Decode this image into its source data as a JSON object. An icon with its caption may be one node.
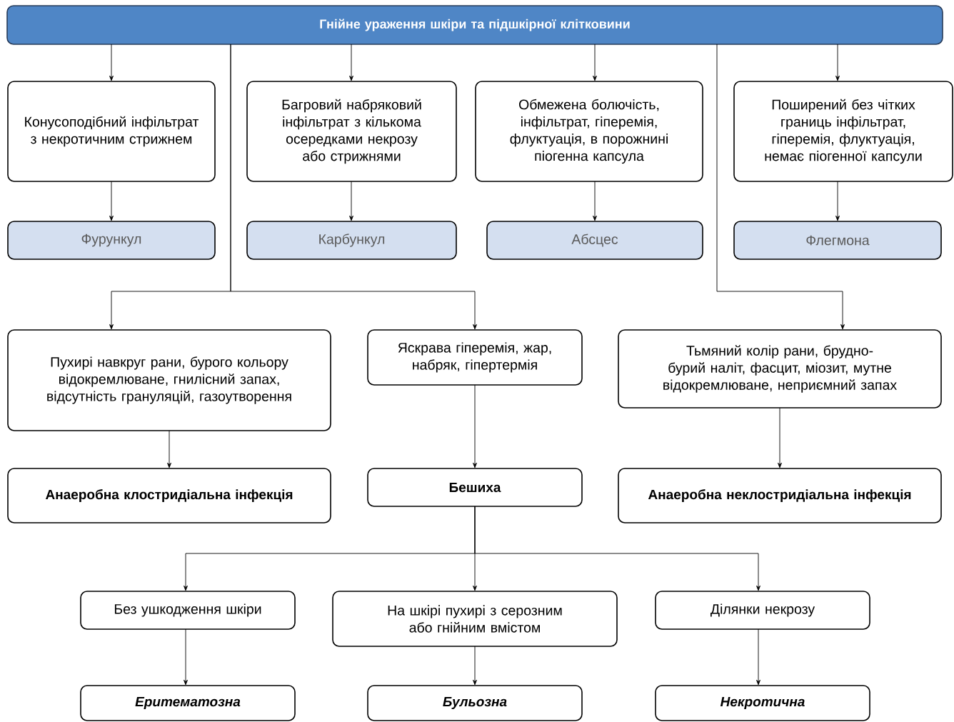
{
  "diagram": {
    "nodes": [
      {
        "text": [
          "Гнійне ураження шкіри та підшкірної клітковини"
        ]
      },
      {
        "text": [
          "Конусоподібний інфільтрат з некротичним стрижнем"
        ]
      },
      {
        "text": [
          "Багровий набряковий інфільтрат з кількома осередками некрозу або стрижнями"
        ]
      },
      {
        "text": [
          "Обмежена болючість, інфільтрат, гіперемія, флуктуація, в порожнині піогенна капсула"
        ]
      },
      {
        "text": [
          "Поширений без чітких границь інфільтрат, гіперемія, флуктуація, немає піогенної капсули"
        ]
      },
      {
        "text": [
          "Фурункул"
        ]
      },
      {
        "text": [
          "Карбункул"
        ]
      },
      {
        "text": [
          "Абсцес"
        ]
      },
      {
        "text": [
          "Флегмона"
        ]
      },
      {
        "text": [
          "Пухирі навкруг рани, бурого кольору відокремлюване, гнилісний запах, відсутність грануляцій, газоутворення"
        ]
      },
      {
        "text": [
          "Яскрава гіперемія, жар, набряк, гіпертермія"
        ]
      },
      {
        "text": [
          "Тьмяний колір рани, брудно-бурий наліт, фасцит, міозит, мутне відокремлюване, неприємний запах"
        ]
      },
      {
        "text": [
          "Анаеробна клостридіальна інфекція"
        ]
      },
      {
        "text": [
          "Бешиха"
        ]
      },
      {
        "text": [
          "Анаеробна неклостридіальна інфекція"
        ]
      },
      {
        "text": [
          "Без ушкодження шкіри"
        ]
      },
      {
        "text": [
          "На шкірі пухирі з серозним або гнійним вмістом"
        ]
      },
      {
        "text": [
          "Ділянки некрозу"
        ]
      },
      {
        "text": [
          "Еритематозна"
        ]
      },
      {
        "text": [
          "Бульозна"
        ]
      },
      {
        "text": [
          "Некротична"
        ]
      }
    ],
    "edges": [
      {
        "from": 0,
        "to": 1,
        "arrow": "to"
      },
      {
        "from": 0,
        "to": 2,
        "arrow": "to"
      },
      {
        "from": 0,
        "to": 3,
        "arrow": "to"
      },
      {
        "from": 0,
        "to": 4,
        "arrow": "to"
      },
      {
        "from": 1,
        "to": 5,
        "arrow": "to"
      },
      {
        "from": 2,
        "to": 6,
        "arrow": "to"
      },
      {
        "from": 3,
        "to": 7,
        "arrow": "to"
      },
      {
        "from": 4,
        "to": 8,
        "arrow": "to"
      },
      {
        "from": 0,
        "to": 9,
        "arrow": "to"
      },
      {
        "from": 0,
        "to": 10,
        "arrow": "to"
      },
      {
        "from": 0,
        "to": 11,
        "arrow": "to"
      },
      {
        "from": 9,
        "to": 12,
        "arrow": "to"
      },
      {
        "from": 10,
        "to": 13,
        "arrow": "to"
      },
      {
        "from": 11,
        "to": 14,
        "arrow": "to"
      },
      {
        "from": 13,
        "to": 15,
        "arrow": "to"
      },
      {
        "from": 13,
        "to": 16,
        "arrow": "to"
      },
      {
        "from": 13,
        "to": 17,
        "arrow": "to"
      },
      {
        "from": 15,
        "to": 18,
        "arrow": "to"
      },
      {
        "from": 16,
        "to": 19,
        "arrow": "to"
      },
      {
        "from": 17,
        "to": 20,
        "arrow": "to"
      }
    ]
  }
}
